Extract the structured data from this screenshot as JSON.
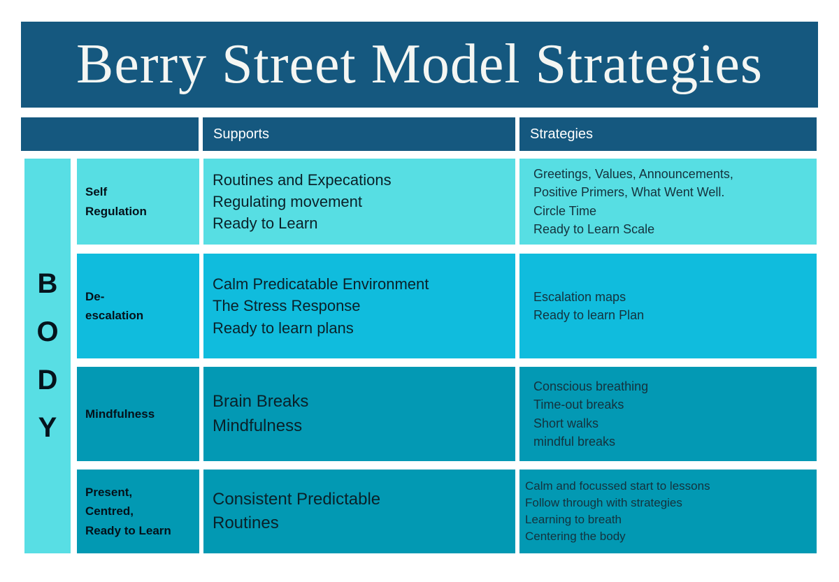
{
  "title": "Berry Street Model Strategies",
  "columns": {
    "supports": "Supports",
    "strategies": "Strategies"
  },
  "side_label": "B\nO\nD\nY",
  "rows": [
    {
      "label": "Self\nRegulation",
      "supports": "Routines and Expecations\nRegulating movement\nReady to Learn",
      "strategies": "Greetings, Values, Announcements,\nPositive Primers, What Went Well.\nCircle Time\nReady to Learn Scale",
      "color": "#57DEE3"
    },
    {
      "label": "De-\nescalation",
      "supports": "Calm Predicatable Environment\nThe Stress Response\nReady to learn plans",
      "strategies": "Escalation maps\nReady to learn Plan",
      "color": "#10BCDD"
    },
    {
      "label": "Mindfulness",
      "supports": "Brain Breaks\nMindfulness",
      "strategies": "Conscious breathing\nTime-out breaks\nShort walks\nmindful breaks",
      "color": "#0399B4"
    },
    {
      "label": "Present,\nCentred,\nReady to Learn",
      "supports": "Consistent Predictable\nRoutines",
      "strategies": "Calm and focussed start to lessons\nFollow through with strategies\nLearning to breath\nCentering the body",
      "color": "#0299B3"
    }
  ],
  "colors": {
    "banner": "#15587F",
    "side_column": "#58DEE4",
    "page_bg": "#FFFFFF"
  }
}
